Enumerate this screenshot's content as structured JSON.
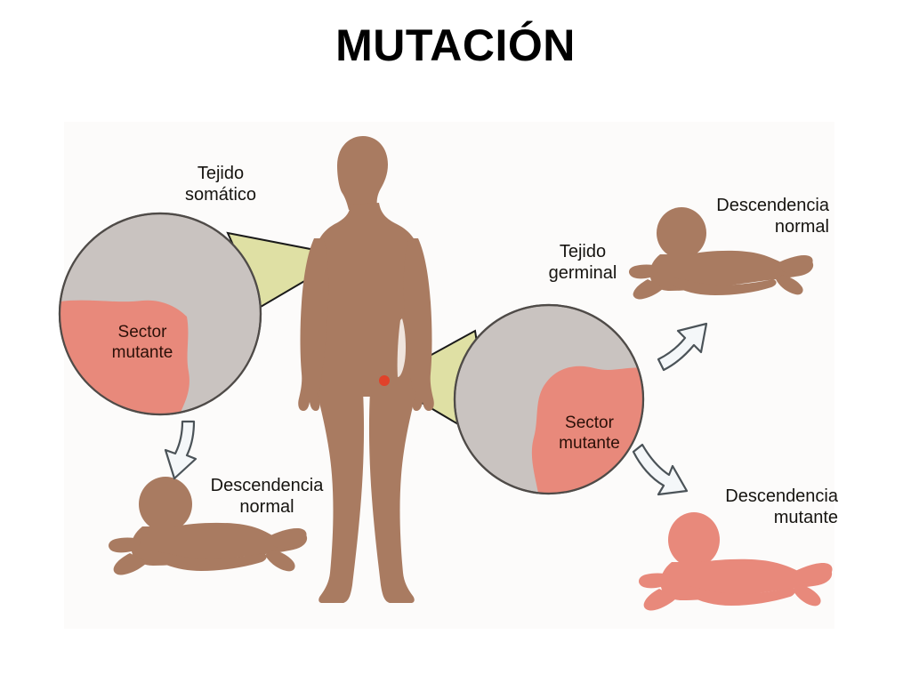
{
  "slide": {
    "title": "MUTACIÓN",
    "background_color": "#ffffff",
    "panel_background": "#fcfbfa"
  },
  "diagram": {
    "name": "mutation-somatic-vs-germinal-diagram",
    "labels": {
      "tejido_somatico": "Tejido\nsomático",
      "tejido_germinal": "Tejido\ngerminal",
      "sector_mutante_somatic": "Sector\nmutante",
      "sector_mutante_germinal": "Sector\nmutante",
      "descendencia_normal_bottom_left": "Descendencia\nnormal",
      "descendencia_normal_top_right": "Descendencia\nnormal",
      "descendencia_mutante_bottom_right": "Descendencia\nmutante"
    },
    "colors": {
      "skin_brown": "#a97b61",
      "mutant_salmon": "#e8897b",
      "tissue_gray": "#c9c3c0",
      "magnifier_cone": "#dfe0a4",
      "outline_black": "#1a1a1a",
      "arrow_fill": "#f4f7f9",
      "arrow_stroke": "#4b5358",
      "mutation_dot": "#e0422a"
    },
    "elements": {
      "human_figure": "adult-human-silhouette",
      "magnifier_left": "somatic-tissue-magnified-circle",
      "magnifier_right": "germinal-tissue-magnified-circle",
      "baby_bottom_left": "normal-offspring-baby",
      "baby_top_right": "normal-offspring-baby",
      "baby_bottom_right": "mutant-offspring-baby",
      "arrow_down_left": "arrow-down-left",
      "arrow_up_right": "arrow-up-right",
      "arrow_down_right": "arrow-down-right"
    }
  }
}
